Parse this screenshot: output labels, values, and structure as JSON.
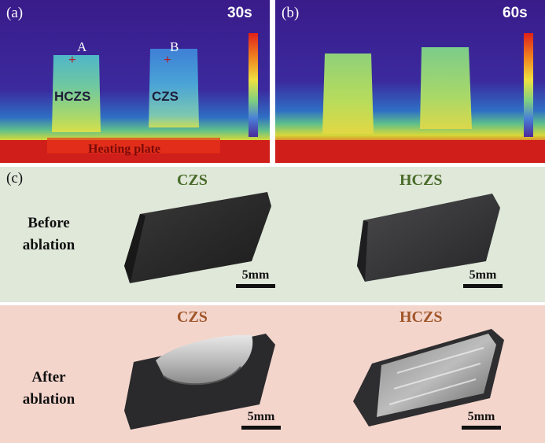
{
  "panel_a": {
    "tag": "(a)",
    "time": "30s",
    "point_a": "A",
    "point_b": "B",
    "marker": "+",
    "sample_left": "HCZS",
    "sample_right": "CZS",
    "plate": "Heating plate"
  },
  "panel_b": {
    "tag": "(b)",
    "time": "60s"
  },
  "panel_c": {
    "tag": "(c)",
    "before": {
      "row_label": "Before\nablation",
      "left_title": "CZS",
      "right_title": "HCZS",
      "title_color": "#4a6b2a",
      "bg": "#dfe8d9",
      "scale_left": "5mm",
      "scale_right": "5mm"
    },
    "after": {
      "row_label": "After\nablation",
      "left_title": "CZS",
      "right_title": "HCZS",
      "title_color": "#a0562a",
      "bg": "#f4d5cc",
      "scale_left": "5mm",
      "scale_right": "5mm"
    }
  }
}
